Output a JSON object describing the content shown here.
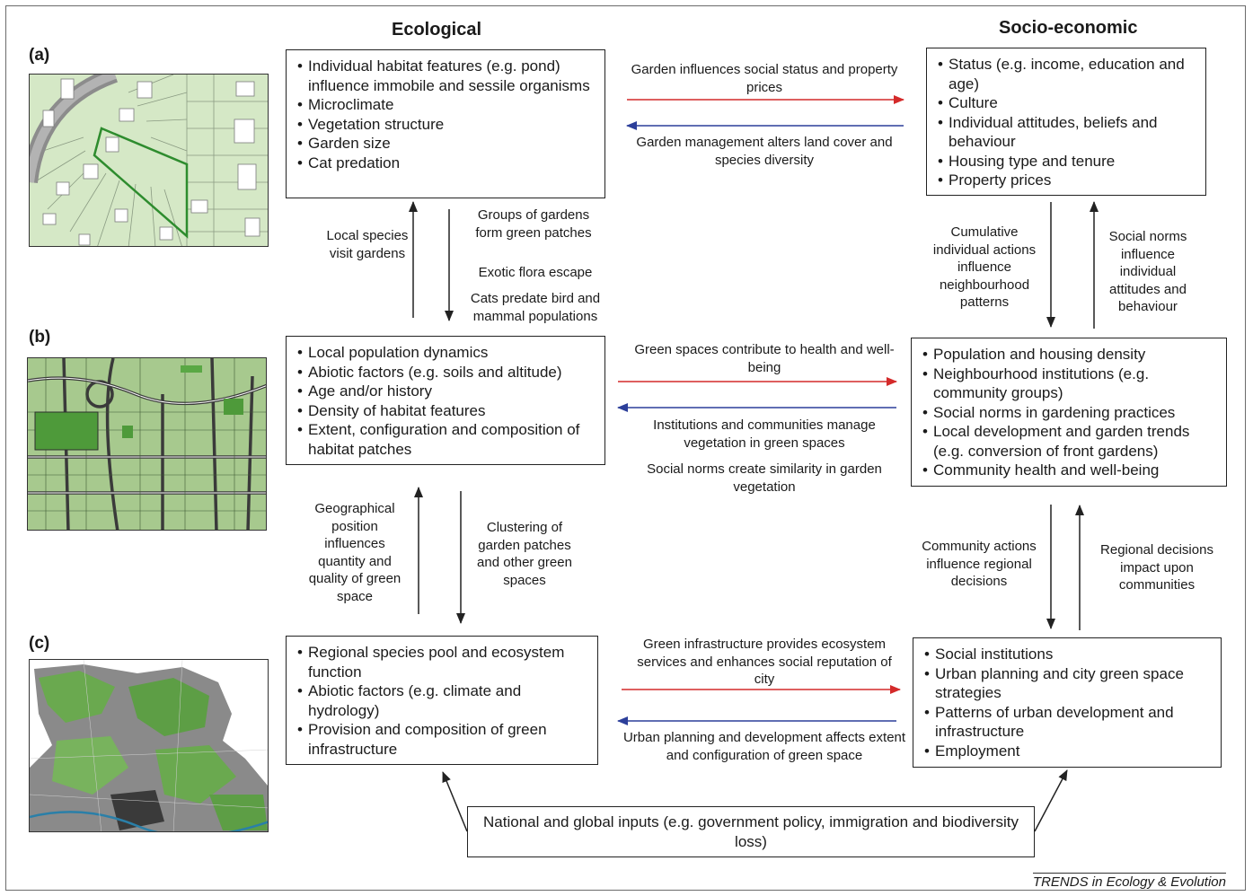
{
  "headings": {
    "ecological": "Ecological",
    "socio_economic": "Socio-economic"
  },
  "panels": {
    "a": "(a)",
    "b": "(b)",
    "c": "(c)"
  },
  "boxes": {
    "eco_a": [
      "Individual habitat features (e.g. pond) influence immobile and sessile organisms",
      "Microclimate",
      "Vegetation structure",
      "Garden size",
      "Cat predation"
    ],
    "eco_b": [
      "Local population dynamics",
      "Abiotic factors (e.g. soils and altitude)",
      "Age and/or history",
      "Density of habitat features",
      "Extent, configuration and composition of habitat patches"
    ],
    "eco_c": [
      "Regional species pool and ecosystem function",
      "Abiotic factors (e.g. climate and hydrology)",
      "Provision and composition of green infrastructure"
    ],
    "soc_a": [
      "Status (e.g. income, education and age)",
      "Culture",
      "Individual attitudes, beliefs and behaviour",
      "Housing type and tenure",
      "Property prices"
    ],
    "soc_b": [
      "Population and housing density",
      "Neighbourhood institutions (e.g. community groups)",
      "Social norms in gardening practices",
      "Local development and garden trends (e.g. conversion of front gardens)",
      "Community health and well-being"
    ],
    "soc_c": [
      "Social institutions",
      "Urban planning and city green space strategies",
      "Patterns of urban development and infrastructure",
      "Employment"
    ]
  },
  "links": {
    "a_right": "Garden influences social status and property prices",
    "a_left": "Garden management alters land cover and species diversity",
    "b_right": "Green spaces contribute to health and well-being",
    "b_left": "Institutions and communities manage vegetation in green spaces",
    "b_left2": "Social norms create similarity in garden vegetation",
    "c_right": "Green infrastructure provides ecosystem services and enhances social reputation of city",
    "c_left": "Urban planning and development affects extent and configuration of green space",
    "eco_ab_up": "Local species visit gardens",
    "eco_ab_down1": "Groups of gardens form green patches",
    "eco_ab_down2": "Exotic flora escape",
    "eco_ab_down3": "Cats predate bird and mammal populations",
    "eco_bc_up": "Geographical position influences quantity and quality of green space",
    "eco_bc_down": "Clustering of garden patches and other green spaces",
    "soc_ab_down": "Cumulative individual actions influence neighbourhood patterns",
    "soc_ab_up": "Social norms influence individual attitudes and behaviour",
    "soc_bc_down": "Community actions influence regional decisions",
    "soc_bc_up": "Regional decisions impact upon communities"
  },
  "national": "National and global inputs (e.g. government policy, immigration and biodiversity loss)",
  "credit": "TRENDS in Ecology & Evolution",
  "colors": {
    "red_arrow": "#d42a2a",
    "blue_arrow": "#2c3f9a",
    "green_map": "#7fb55e",
    "light_green": "#d5e8c6"
  }
}
